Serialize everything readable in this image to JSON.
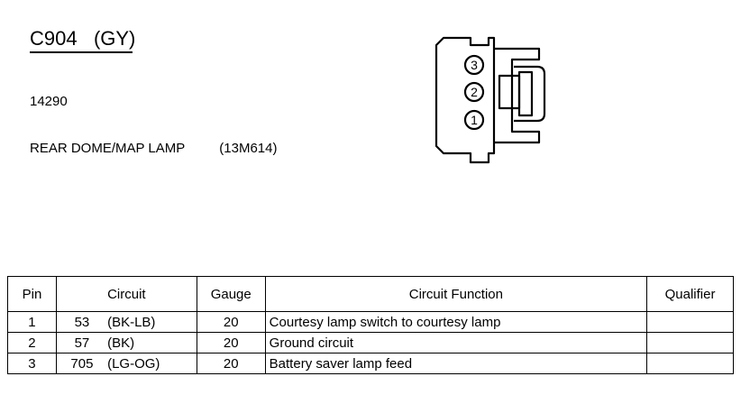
{
  "connector": {
    "id": "C904",
    "color": "(GY)",
    "part_number": "14290",
    "description": "REAR DOME/MAP LAMP",
    "component_code": "(13M614)"
  },
  "diagram": {
    "pin_labels": [
      "3",
      "2",
      "1"
    ]
  },
  "table": {
    "headers": {
      "pin": "Pin",
      "circuit": "Circuit",
      "gauge": "Gauge",
      "function": "Circuit Function",
      "qualifier": "Qualifier"
    },
    "rows": [
      {
        "pin": "1",
        "circuit_num": "53",
        "circuit_color": "(BK-LB)",
        "gauge": "20",
        "function": "Courtesy lamp switch to courtesy lamp",
        "qualifier": ""
      },
      {
        "pin": "2",
        "circuit_num": "57",
        "circuit_color": "(BK)",
        "gauge": "20",
        "function": "Ground circuit",
        "qualifier": ""
      },
      {
        "pin": "3",
        "circuit_num": "705",
        "circuit_color": "(LG-OG)",
        "gauge": "20",
        "function": "Battery saver lamp feed",
        "qualifier": ""
      }
    ]
  }
}
